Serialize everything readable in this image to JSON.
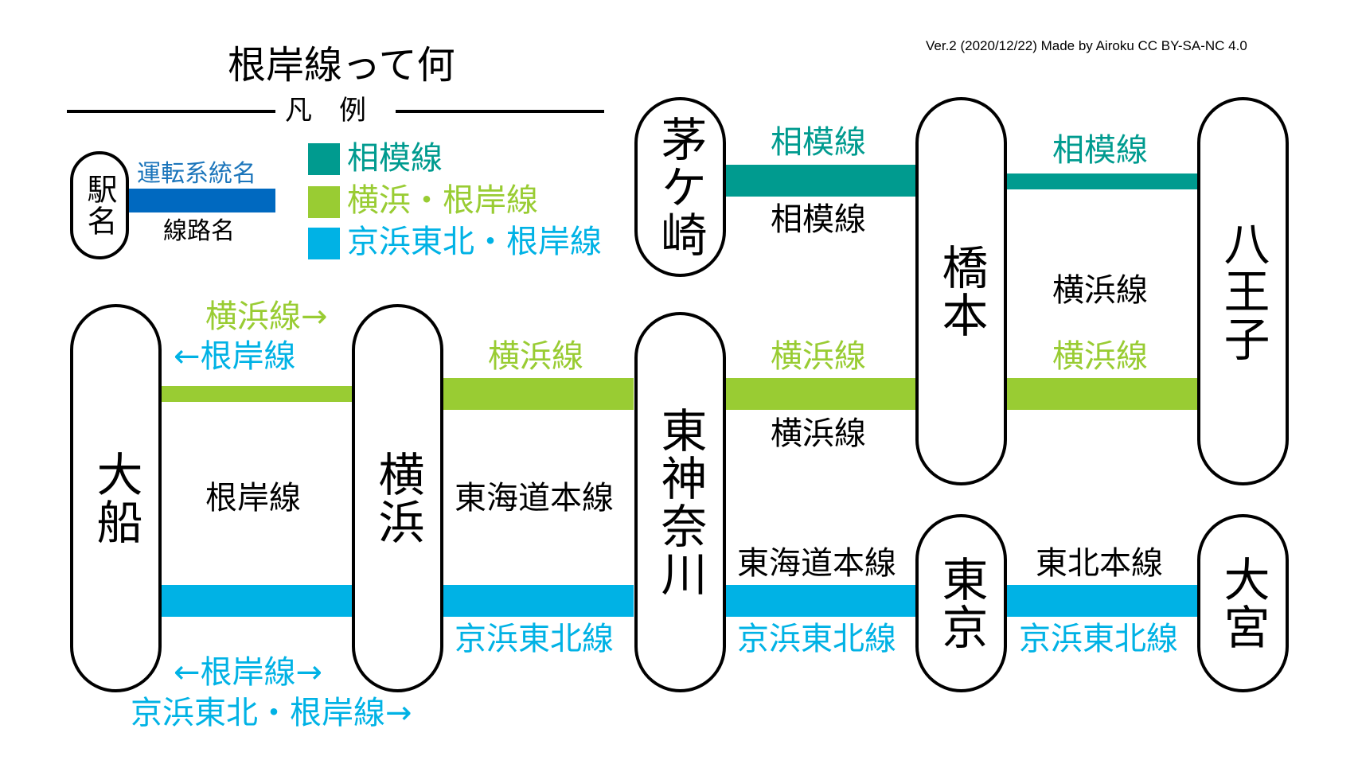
{
  "colors": {
    "sagami": "#009b8f",
    "yokohama": "#99cc33",
    "keihin": "#00b2e5",
    "legend_route": "#0069c0",
    "legend_label": "#1b75bb",
    "black": "#000000"
  },
  "header": {
    "title": "根岸線って何",
    "legend_heading": "凡　例",
    "credit": "Ver.2 (2020/12/22) Made by Airoku CC BY-SA-NC 4.0"
  },
  "legend": {
    "sample_station": "駅名",
    "service_name": "運転系統名",
    "line_name": "線路名",
    "items": [
      {
        "label": "相模線",
        "color": "#009b8f"
      },
      {
        "label": "横浜・根岸線",
        "color": "#99cc33"
      },
      {
        "label": "京浜東北・根岸線",
        "color": "#00b2e5"
      }
    ]
  },
  "stations": {
    "chigasaki": "茅ケ崎",
    "hashimoto": "橋本",
    "hachioji": "八王子",
    "ofuna": "大船",
    "yokohama": "横浜",
    "higashikanagawa": "東神奈川",
    "tokyo": "東京",
    "omiya": "大宮"
  },
  "labels": {
    "sagami_service_1": "相模線",
    "sagami_line": "相模線",
    "sagami_service_2": "相模線",
    "yokohama_line_track": "横浜線",
    "ofuna_up": "横浜線→",
    "ofuna_down": "←根岸線",
    "negishi_line": "根岸線",
    "ofuna_bottom_1": "←根岸線→",
    "ofuna_bottom_2": "京浜東北・根岸線→",
    "yk_service_1": "横浜線",
    "tokaido_1": "東海道本線",
    "kt_service_1": "京浜東北線",
    "yk_service_2": "横浜線",
    "yokohama_line_2": "横浜線",
    "tokaido_2": "東海道本線",
    "kt_service_2": "京浜東北線",
    "yk_service_3": "横浜線",
    "tohoku_line": "東北本線",
    "kt_service_3": "京浜東北線"
  }
}
